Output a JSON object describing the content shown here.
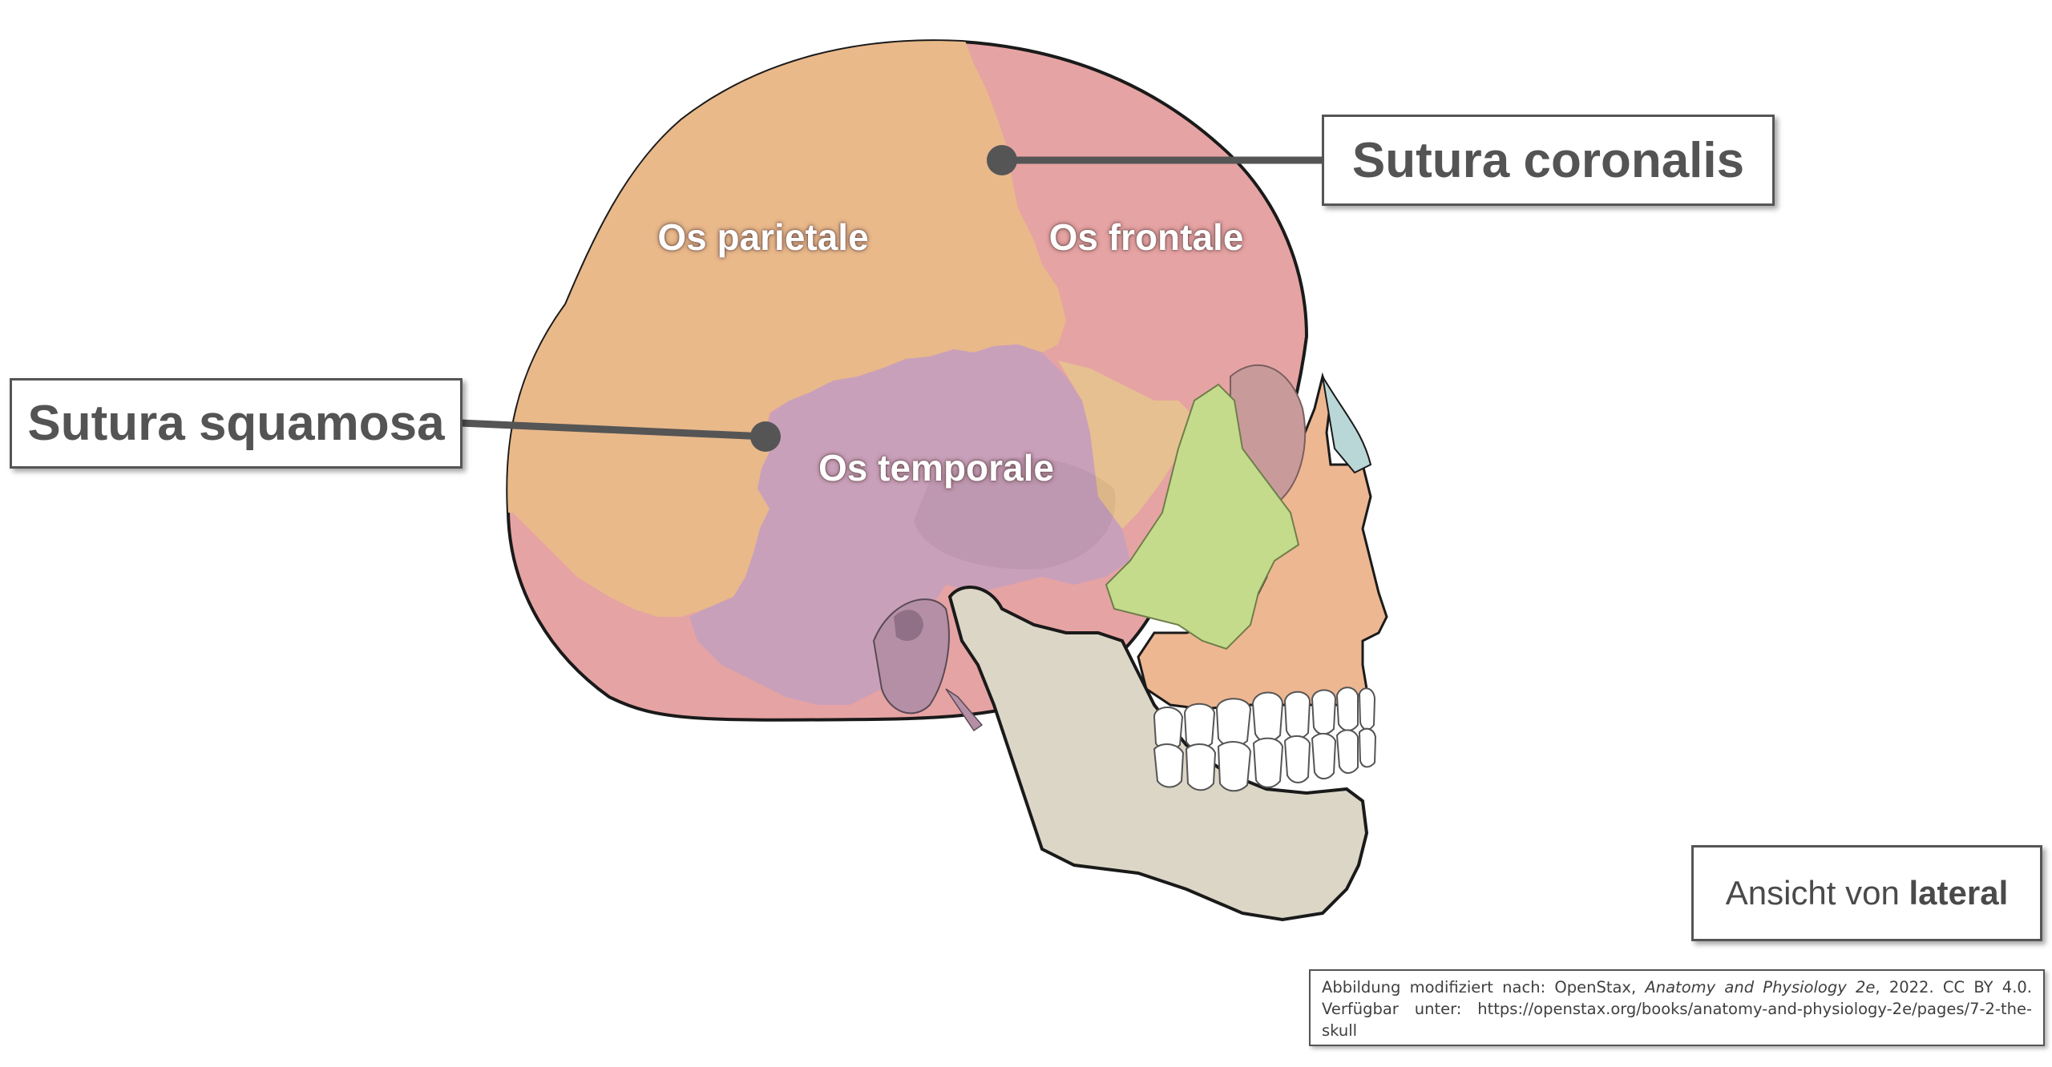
{
  "labels": {
    "os_parietale": "Os parietale",
    "os_frontale": "Os frontale",
    "os_temporale": "Os temporale"
  },
  "callouts": {
    "sutura_coronalis": "Sutura coronalis",
    "sutura_squamosa": "Sutura squamosa"
  },
  "view": {
    "prefix": "Ansicht von ",
    "direction": "lateral"
  },
  "credit": {
    "part1": "Abbildung modifiziert nach: OpenStax, ",
    "book": "Anatomy and Physiology 2e",
    "part2": ", 2022. CC BY 4.0. Verfügbar unter: https://openstax.org/books/anatomy-and-physiology-2e/pages/7-2-the-skull"
  },
  "colors": {
    "parietal": "#E9B98A",
    "frontal": "#E6A3A3",
    "temporal": "#C9A0BA",
    "zygomatic": "#C5DB8C",
    "maxilla": "#EDB792",
    "mandible": "#DCD6C6",
    "nasal": "#B9D7D6",
    "callout_line": "#555555"
  }
}
